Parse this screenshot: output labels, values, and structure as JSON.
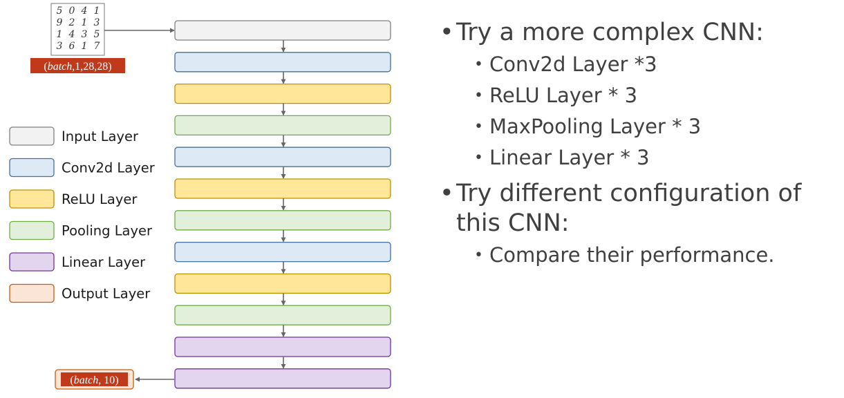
{
  "diagram": {
    "input_shape_label": {
      "italic": "batch",
      "rest": ",1,28,28)"
    },
    "output_shape_label": {
      "italic": "batch",
      "rest": ", 10)"
    },
    "mnist_digits": [
      [
        "5",
        "0",
        "4",
        "1"
      ],
      [
        "9",
        "2",
        "1",
        "3"
      ],
      [
        "1",
        "4",
        "3",
        "5"
      ],
      [
        "3",
        "6",
        "1",
        "7"
      ]
    ],
    "layer_stack": [
      "input",
      "conv",
      "relu",
      "pool",
      "conv",
      "relu",
      "pool",
      "conv",
      "relu",
      "pool",
      "linear",
      "linear"
    ],
    "legend": [
      {
        "type": "input",
        "label": "Input Layer"
      },
      {
        "type": "conv",
        "label": "Conv2d Layer"
      },
      {
        "type": "relu",
        "label": "ReLU Layer"
      },
      {
        "type": "pool",
        "label": "Pooling Layer"
      },
      {
        "type": "linear",
        "label": "Linear Layer"
      },
      {
        "type": "output",
        "label": "Output Layer"
      }
    ],
    "layer_colors": {
      "input": {
        "fill": "#f2f2f2",
        "stroke": "#808080"
      },
      "conv": {
        "fill": "#dde9f5",
        "stroke": "#41719c"
      },
      "relu": {
        "fill": "#ffe699",
        "stroke": "#bf9000"
      },
      "pool": {
        "fill": "#e2efda",
        "stroke": "#70ad47"
      },
      "linear": {
        "fill": "#e4d5ee",
        "stroke": "#7030a0"
      },
      "output": {
        "fill": "#fbe5d6",
        "stroke": "#c55a11"
      }
    },
    "label_bg_color": "#c0391b",
    "arrow_color": "#666666"
  },
  "bullets": [
    {
      "text": "Try a more complex CNN:",
      "sub": [
        "Conv2d Layer *3",
        "ReLU Layer * 3",
        "MaxPooling Layer * 3",
        "Linear Layer * 3"
      ]
    },
    {
      "text": "Try different configuration of this CNN:",
      "sub": [
        "Compare their performance."
      ]
    }
  ]
}
